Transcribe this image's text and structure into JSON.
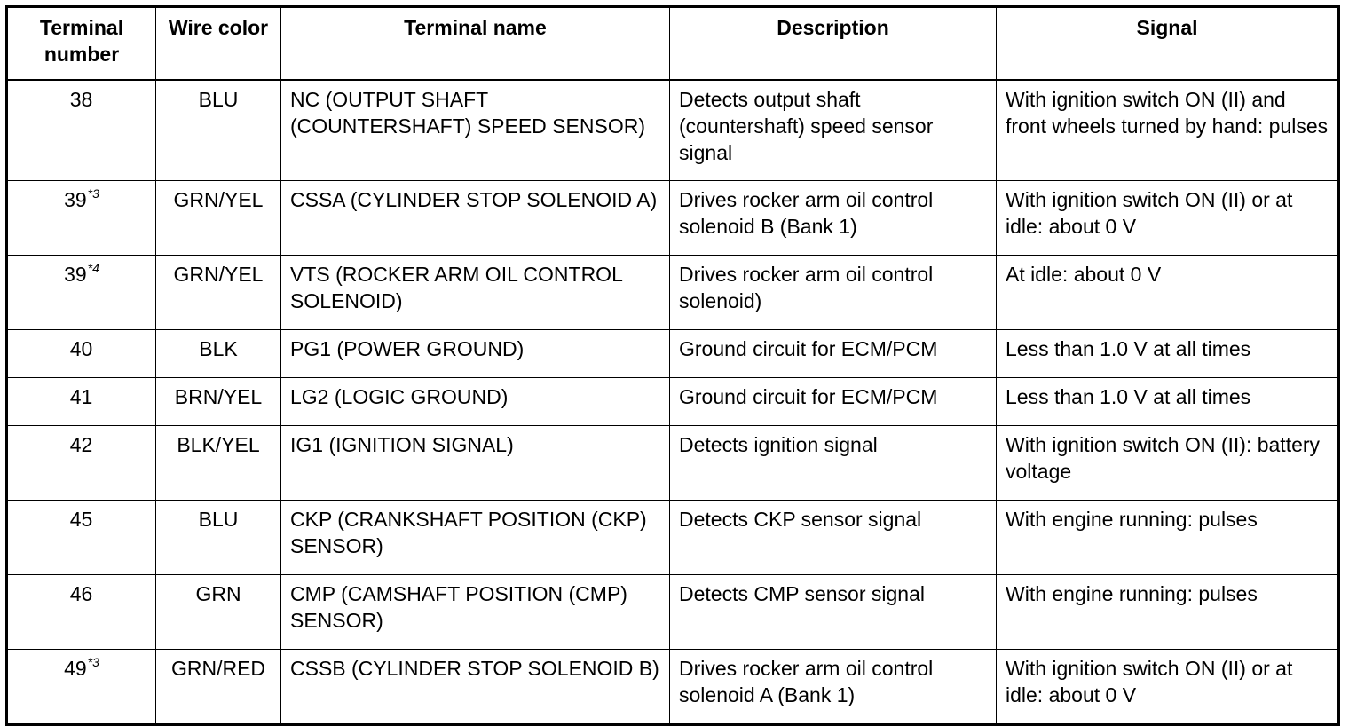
{
  "headers": {
    "terminal_number": "Terminal number",
    "wire_color": "Wire color",
    "terminal_name": "Terminal name",
    "description": "Description",
    "signal": "Signal"
  },
  "rows": [
    {
      "terminal": "38",
      "note": "",
      "wire": "BLU",
      "name": "NC (OUTPUT SHAFT (COUNTERSHAFT) SPEED SENSOR)",
      "description": "Detects output shaft (countershaft) speed sensor signal",
      "signal": "With ignition switch ON (II) and front wheels turned by hand: pulses"
    },
    {
      "terminal": "39",
      "note": "*3",
      "wire": "GRN/YEL",
      "name": "CSSA (CYLINDER STOP SOLENOID A)",
      "description": "Drives rocker arm oil control solenoid B (Bank 1)",
      "signal": "With ignition switch ON (II) or at idle: about 0 V"
    },
    {
      "terminal": "39",
      "note": "*4",
      "wire": "GRN/YEL",
      "name": "VTS (ROCKER ARM OIL CONTROL SOLENOID)",
      "description": "Drives rocker arm oil control solenoid)",
      "signal": "At idle: about 0 V"
    },
    {
      "terminal": "40",
      "note": "",
      "wire": "BLK",
      "name": "PG1 (POWER GROUND)",
      "description": "Ground circuit for ECM/PCM",
      "signal": "Less than 1.0 V at all times"
    },
    {
      "terminal": "41",
      "note": "",
      "wire": "BRN/YEL",
      "name": "LG2 (LOGIC GROUND)",
      "description": "Ground circuit for ECM/PCM",
      "signal": "Less than 1.0 V at all times"
    },
    {
      "terminal": "42",
      "note": "",
      "wire": "BLK/YEL",
      "name": "IG1 (IGNITION SIGNAL)",
      "description": "Detects ignition signal",
      "signal": "With ignition switch ON (II): battery voltage"
    },
    {
      "terminal": "45",
      "note": "",
      "wire": "BLU",
      "name": "CKP (CRANKSHAFT POSITION (CKP) SENSOR)",
      "description": "Detects CKP sensor signal",
      "signal": "With engine running: pulses"
    },
    {
      "terminal": "46",
      "note": "",
      "wire": "GRN",
      "name": "CMP (CAMSHAFT POSITION (CMP) SENSOR)",
      "description": "Detects CMP sensor signal",
      "signal": "With engine running: pulses"
    },
    {
      "terminal": "49",
      "note": "*3",
      "wire": "GRN/RED",
      "name": "CSSB (CYLINDER STOP SOLENOID B)",
      "description": "Drives rocker arm oil control solenoid A (Bank 1)",
      "signal": "With ignition switch ON (II) or at idle: about 0 V"
    }
  ]
}
